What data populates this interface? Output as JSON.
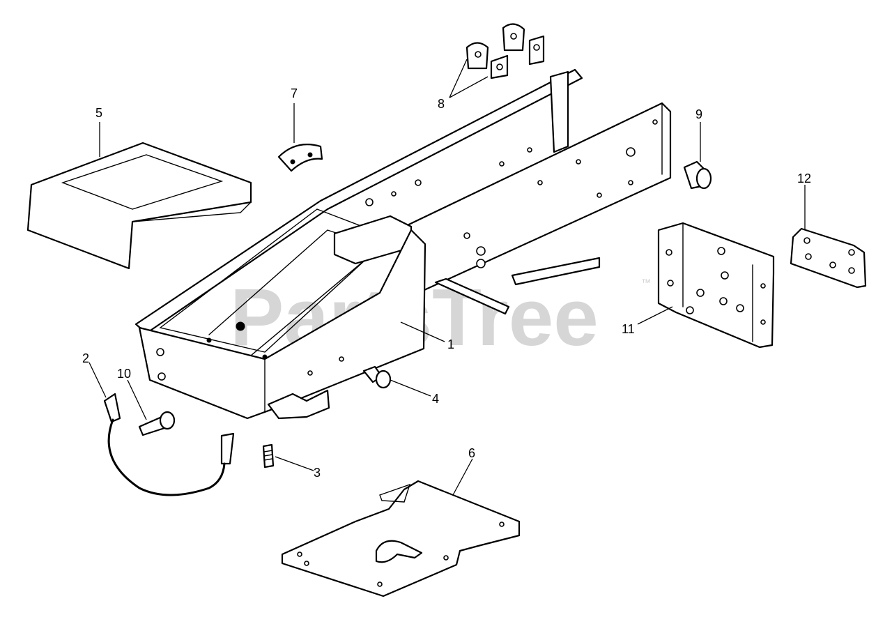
{
  "watermark": {
    "text": "PartsTree",
    "trademark": "™"
  },
  "callouts": {
    "c1": "1",
    "c2": "2",
    "c3": "3",
    "c4": "4",
    "c5": "5",
    "c6": "6",
    "c7": "7",
    "c8": "8",
    "c9": "9",
    "c10": "10",
    "c11": "11",
    "c12": "12"
  },
  "colors": {
    "line": "#000000",
    "background": "#ffffff",
    "watermark": "#cfcfcf"
  }
}
